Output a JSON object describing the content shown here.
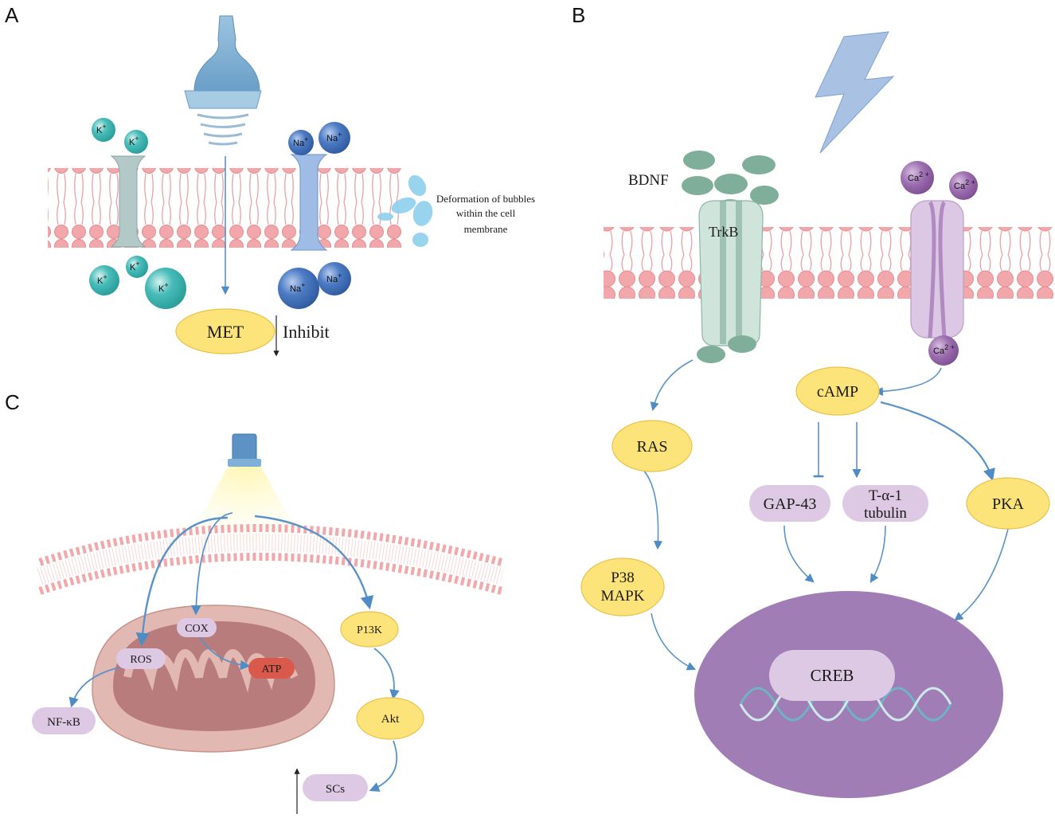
{
  "panels": {
    "a": {
      "letter": "A",
      "k_ion": "K",
      "na_ion": "Na",
      "plus": "+",
      "bubble_note_line1": "Deformation of bubbles",
      "bubble_note_line2": "within the cell",
      "bubble_note_line3": "membrane",
      "met": "MET",
      "inhibit": "Inhibit"
    },
    "b": {
      "letter": "B",
      "bdnf": "BDNF",
      "trkb": "TrkB",
      "ca_ion": "Ca",
      "ca_sup": "2 +",
      "camp": "cAMP",
      "ras": "RAS",
      "gap43": "GAP-43",
      "tubulin_line1": "T-α-1",
      "tubulin_line2": "tubulin",
      "pka": "PKA",
      "p38_line1": "P38",
      "p38_line2": "MAPK",
      "creb": "CREB"
    },
    "c": {
      "letter": "C",
      "cox": "COX",
      "ros": "ROS",
      "atp": "ATP",
      "nfkb": "NF-κB",
      "p13k": "P13K",
      "akt": "Akt",
      "scs": "SCs"
    }
  },
  "colors": {
    "membrane_pink": "#f2a7aa",
    "node_yellow": "#fde47a",
    "node_yellow_stroke": "#e8c24a",
    "node_lavender": "#ddc9e3",
    "nucleus_purple": "#a07db4",
    "atp_red": "#d9594c",
    "arrow_blue": "#5b93c8",
    "bdnf_green": "#7fae9b",
    "k_teal": "#3fb5b2",
    "na_blue": "#3f6fb6"
  }
}
